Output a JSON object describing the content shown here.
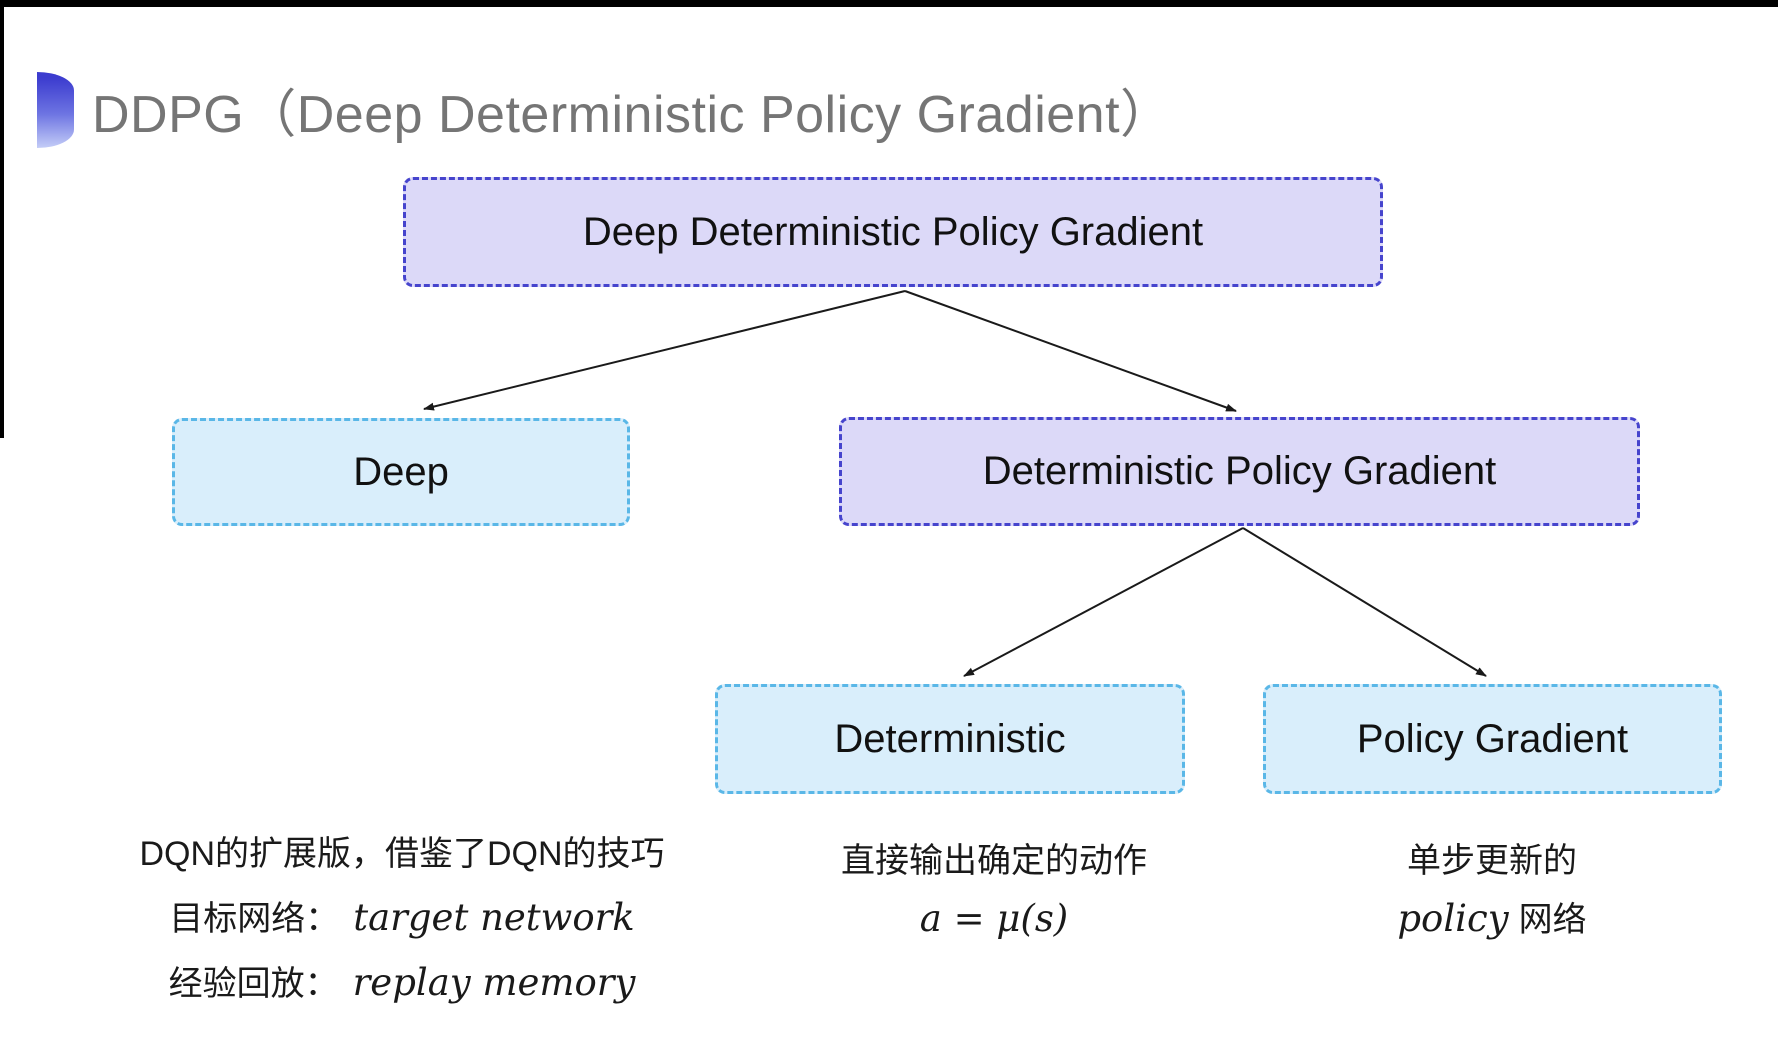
{
  "header": {
    "title": "DDPG（Deep Deterministic Policy Gradient）",
    "title_color": "#757575",
    "bullet_gradient_top": "#3c3ccf",
    "bullet_gradient_bottom": "#c4cdf7"
  },
  "diagram": {
    "colors": {
      "purple_fill": "#dcd9f8",
      "purple_border": "#4644cd",
      "cyan_fill": "#d9eefb",
      "cyan_border": "#5ab7e7",
      "arrow": "#1a1a1a",
      "label": "#111111"
    },
    "nodes": [
      {
        "id": "ddpg",
        "label": "Deep Deterministic Policy Gradient",
        "variant": "purple"
      },
      {
        "id": "deep",
        "label": "Deep",
        "variant": "cyan"
      },
      {
        "id": "dpg",
        "label": "Deterministic Policy Gradient",
        "variant": "purple"
      },
      {
        "id": "deterministic",
        "label": "Deterministic",
        "variant": "cyan"
      },
      {
        "id": "policy_gradient",
        "label": "Policy Gradient",
        "variant": "cyan"
      }
    ],
    "edges": [
      {
        "from": "ddpg",
        "to": "deep"
      },
      {
        "from": "ddpg",
        "to": "dpg"
      },
      {
        "from": "dpg",
        "to": "deterministic"
      },
      {
        "from": "dpg",
        "to": "policy_gradient"
      }
    ]
  },
  "notes": {
    "left": {
      "line1": "DQN的扩展版，借鉴了DQN的技巧",
      "line2_zh": "目标网络：",
      "line2_en": "target network",
      "line3_zh": "经验回放：",
      "line3_en": "replay memory"
    },
    "middle": {
      "line1": "直接输出确定的动作",
      "formula": "a = μ(s)"
    },
    "right": {
      "line1": "单步更新的",
      "line2_en": "policy",
      "line2_zh": "网络"
    }
  }
}
